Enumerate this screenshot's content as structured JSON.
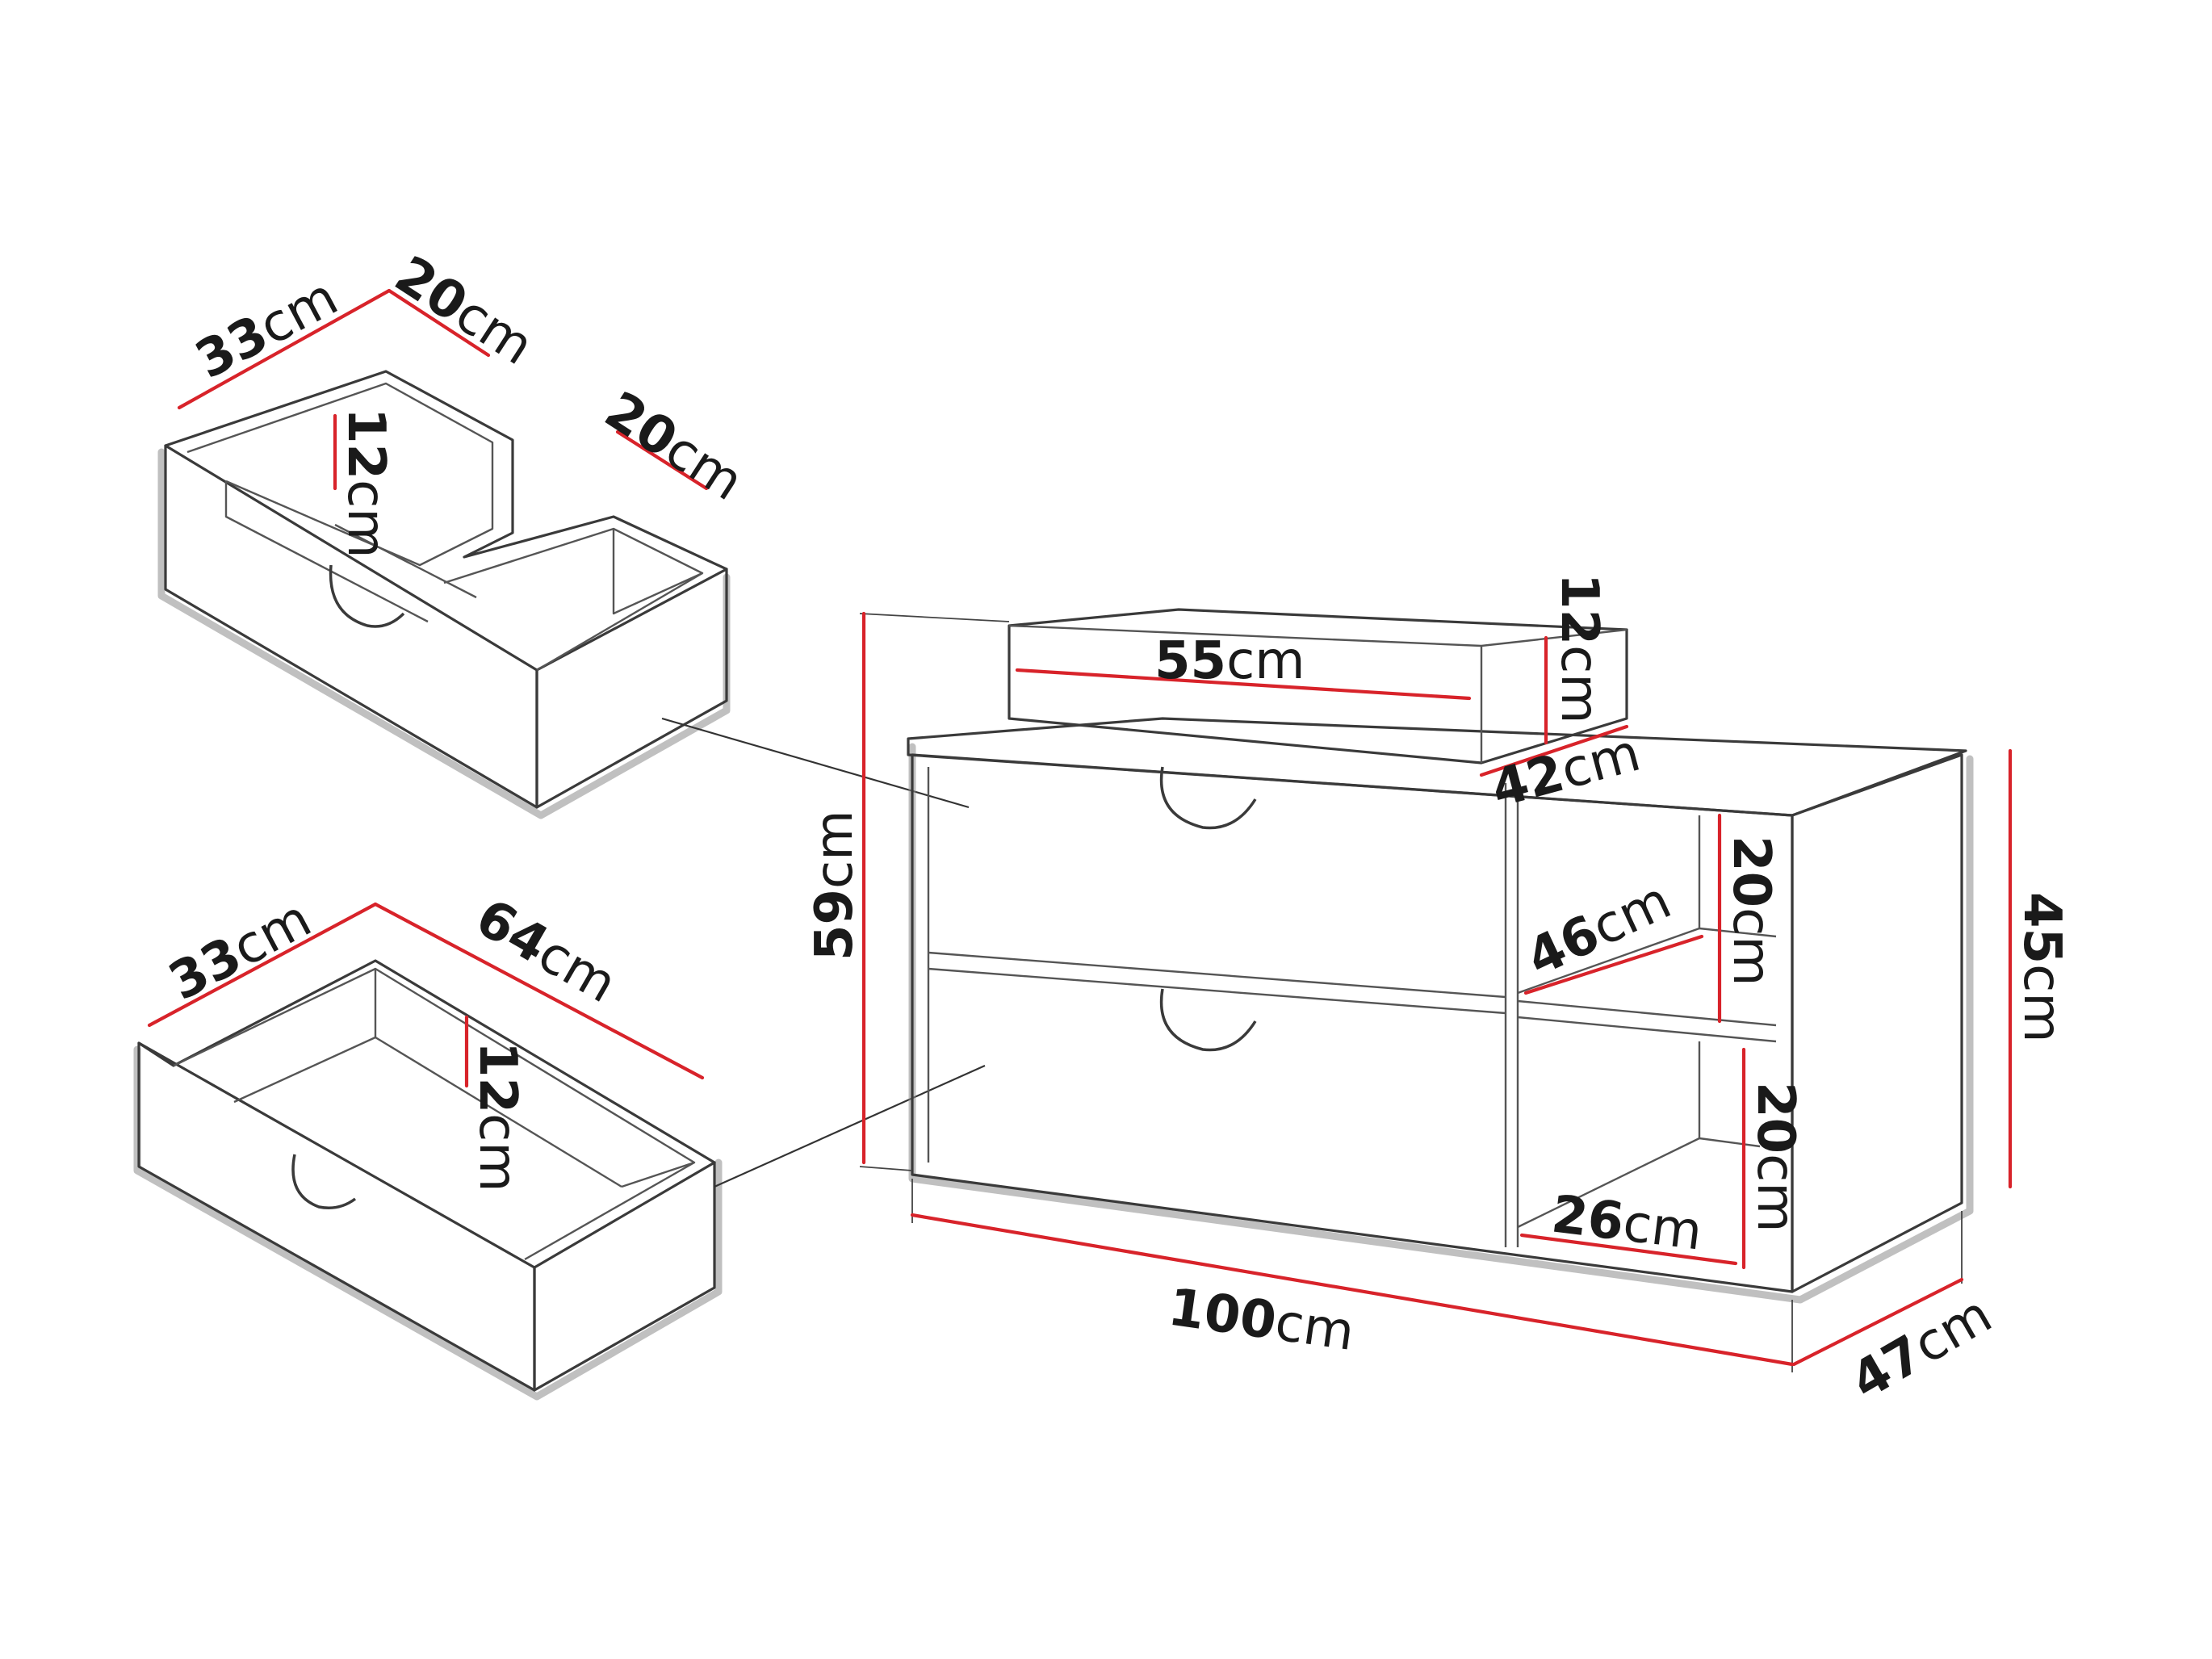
{
  "labels": {
    "top_drawer_depth": {
      "value": "33",
      "unit": "cm"
    },
    "top_drawer_side": {
      "value": "20",
      "unit": "cm"
    },
    "top_drawer_height": {
      "value": "12",
      "unit": "cm"
    },
    "top_drawer_front": {
      "value": "20",
      "unit": "cm"
    },
    "bottom_drawer_depth": {
      "value": "33",
      "unit": "cm"
    },
    "bottom_drawer_width": {
      "value": "64",
      "unit": "cm"
    },
    "bottom_drawer_height": {
      "value": "12",
      "unit": "cm"
    },
    "basin_width": {
      "value": "55",
      "unit": "cm"
    },
    "basin_height": {
      "value": "12",
      "unit": "cm"
    },
    "basin_depth": {
      "value": "42",
      "unit": "cm"
    },
    "total_height": {
      "value": "59",
      "unit": "cm"
    },
    "shelf_depth": {
      "value": "46",
      "unit": "cm"
    },
    "shelf_upper_height": {
      "value": "20",
      "unit": "cm"
    },
    "shelf_lower_height": {
      "value": "20",
      "unit": "cm"
    },
    "shelf_lower_width": {
      "value": "26",
      "unit": "cm"
    },
    "cabinet_height": {
      "value": "45",
      "unit": "cm"
    },
    "cabinet_width": {
      "value": "100",
      "unit": "cm"
    },
    "cabinet_depth": {
      "value": "47",
      "unit": "cm"
    }
  },
  "colors": {
    "dimension_line": "#d8232a",
    "outline": "#3a3a3a",
    "background": "#ffffff"
  }
}
